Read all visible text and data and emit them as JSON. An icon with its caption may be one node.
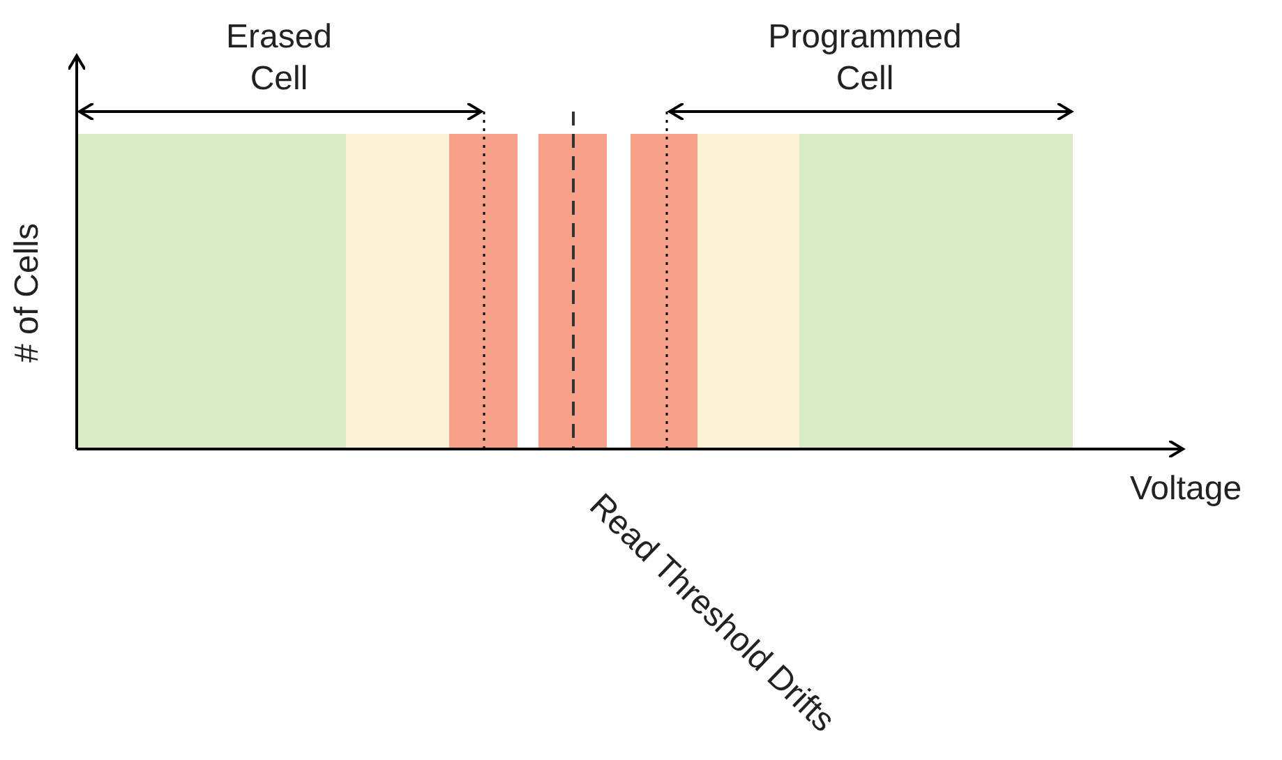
{
  "diagram": {
    "labels": [
      "Erased Cell",
      "Programmed Cell",
      "# of Cells",
      "Voltage",
      "Read Threshold Drifts"
    ]
  }
}
